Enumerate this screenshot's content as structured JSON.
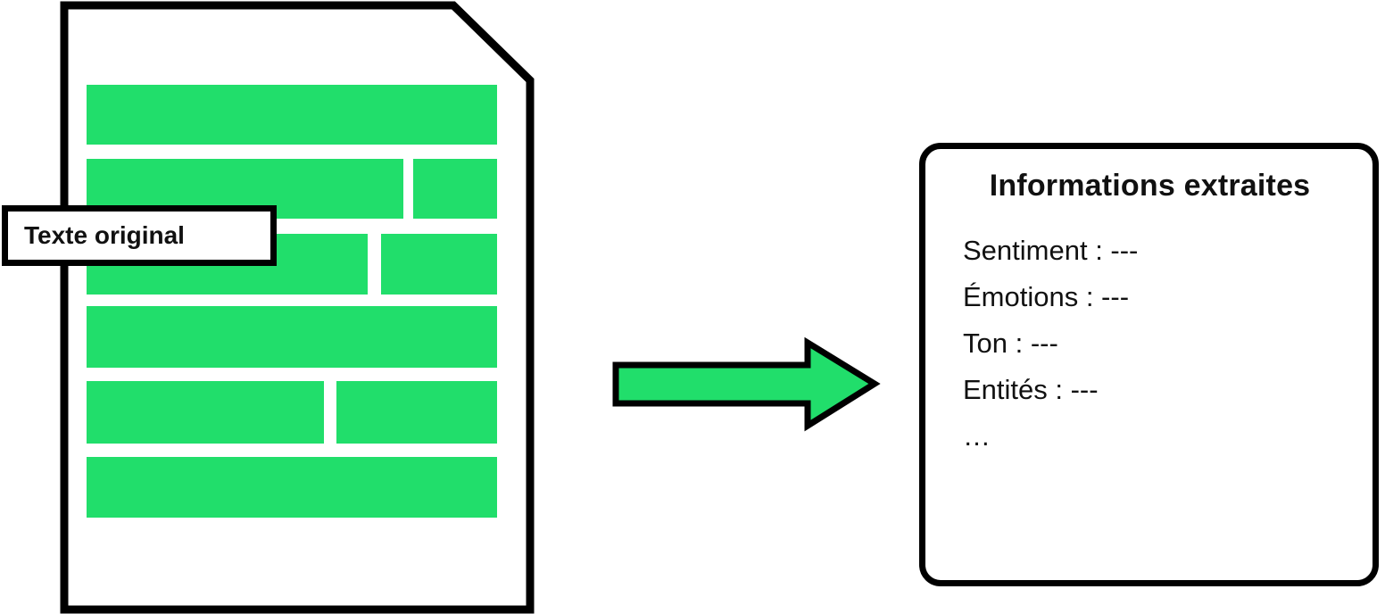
{
  "colors": {
    "accent": "#21de6b",
    "outline": "#000000",
    "background": "#ffffff",
    "text": "#111111"
  },
  "document": {
    "label": "Texte original"
  },
  "arrow": {
    "direction": "right"
  },
  "results": {
    "title": "Informations extraites",
    "items": [
      {
        "label": "Sentiment : ---"
      },
      {
        "label": "Émotions : ---"
      },
      {
        "label": "Ton : ---"
      },
      {
        "label": "Entités : ---"
      },
      {
        "label": "…"
      }
    ]
  }
}
